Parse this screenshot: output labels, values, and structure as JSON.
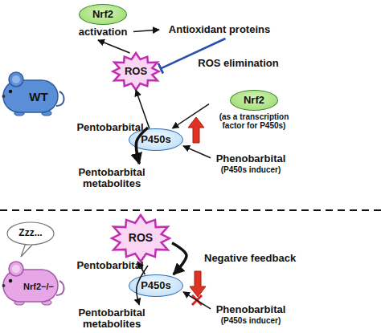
{
  "diagram": {
    "nodes": [
      {
        "text": [
          "Nrf2",
          "activation"
        ]
      },
      {
        "text": [
          "Antioxidant proteins"
        ]
      },
      {
        "text": [
          "ROS"
        ]
      },
      {
        "text": [
          "Nrf2",
          "(as a transcription factor for P450s)"
        ]
      },
      {
        "text": [
          "WT"
        ]
      },
      {
        "text": [
          "Pentobarbital"
        ]
      },
      {
        "text": [
          "P450s"
        ]
      },
      {
        "text": [
          "Pentobarbital metabolites"
        ]
      },
      {
        "text": [
          "Phenobarbital",
          "(P450s inducer)"
        ]
      },
      {
        "text": [
          "Nrf2−/−"
        ]
      },
      {
        "text": [
          "Zzz..."
        ]
      },
      {
        "text": [
          "ROS"
        ]
      },
      {
        "text": [
          "Pentobarbital"
        ]
      },
      {
        "text": [
          "P450s"
        ]
      },
      {
        "text": [
          "Pentobarbital metabolites"
        ]
      },
      {
        "text": [
          "Phenobarbital",
          "(P450s inducer)"
        ]
      }
    ],
    "edges": [
      {
        "from": 0,
        "to": 1,
        "arrow": "to"
      },
      {
        "from": 1,
        "to": 2,
        "label": "ROS elimination",
        "arrow": "to"
      },
      {
        "from": 2,
        "to": 0,
        "arrow": "to"
      },
      {
        "from": 3,
        "to": 6,
        "arrow": "to"
      },
      {
        "from": 6,
        "to": 2,
        "arrow": "to"
      },
      {
        "from": 5,
        "to": 7,
        "arrow": "to"
      },
      {
        "from": 8,
        "to": 6,
        "arrow": "to"
      },
      {
        "from": 13,
        "to": 11,
        "arrow": "to"
      },
      {
        "from": 11,
        "to": 13,
        "label": "Negative feedback",
        "arrow": "to"
      },
      {
        "from": 12,
        "to": 14,
        "arrow": "to"
      },
      {
        "from": 15,
        "to": 13,
        "arrow": "to"
      }
    ]
  }
}
